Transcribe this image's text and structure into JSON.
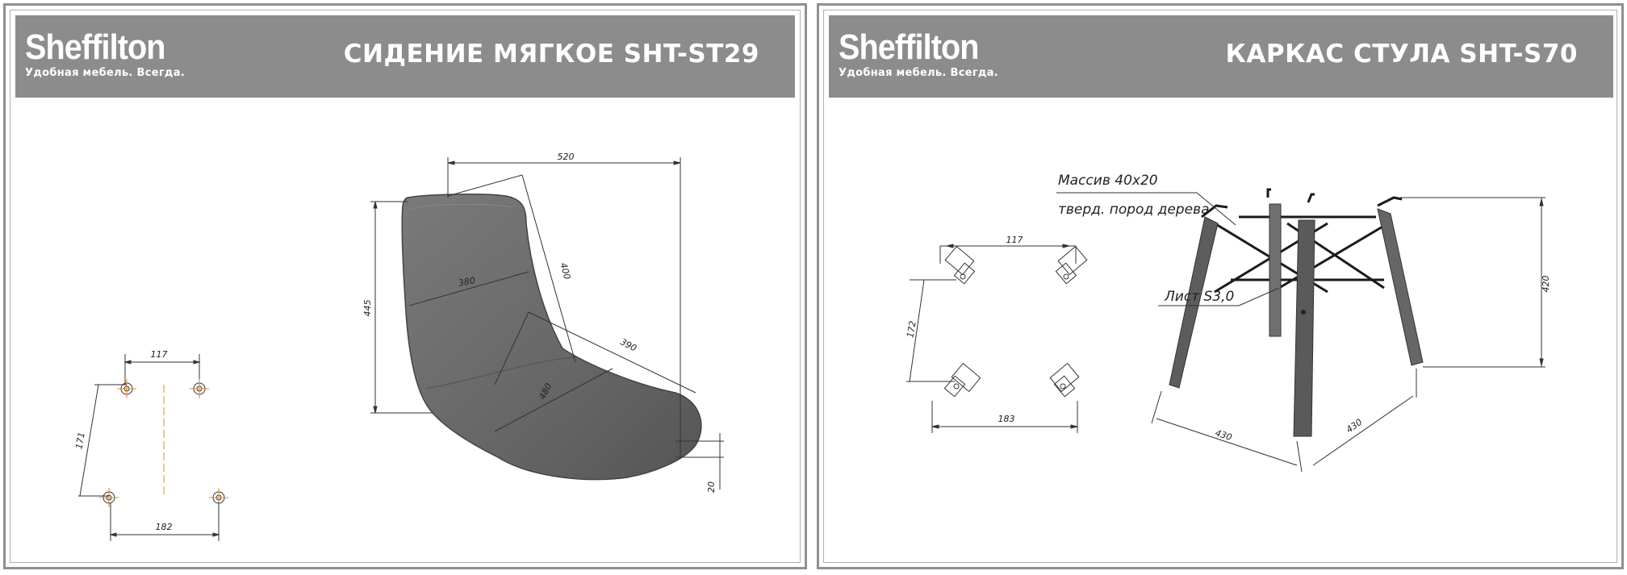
{
  "left_panel": {
    "logo": {
      "name": "Sheffilton",
      "tagline": "Удобная мебель. Всегда."
    },
    "title": "СИДЕНИЕ МЯГКОЕ SHT-ST29",
    "dimensions": {
      "width_top": "520",
      "height": "445",
      "inner_width": "380",
      "diagonal_400": "400",
      "depth_390": "390",
      "seat_480": "480",
      "thickness": "20",
      "mount_top": "117",
      "mount_side": "171",
      "mount_bottom": "182"
    }
  },
  "right_panel": {
    "logo": {
      "name": "Sheffilton",
      "tagline": "Удобная мебель. Всегда."
    },
    "title": "КАРКАС СТУЛА SHT-S70",
    "callouts": {
      "wood_line1": "Массив 40х20",
      "wood_line2": "тверд. пород дерева",
      "metal": "Лист S3,0"
    },
    "dimensions": {
      "mount_top": "117",
      "mount_side": "172",
      "mount_bottom": "183",
      "height": "420",
      "base_front": "430",
      "base_side": "430"
    }
  },
  "colors": {
    "header_bg": "#8c8c8c",
    "seat_fill": "#6e6e6e",
    "leg_wood": "#5d5d5d",
    "frame_metal": "#1a1a1a"
  }
}
